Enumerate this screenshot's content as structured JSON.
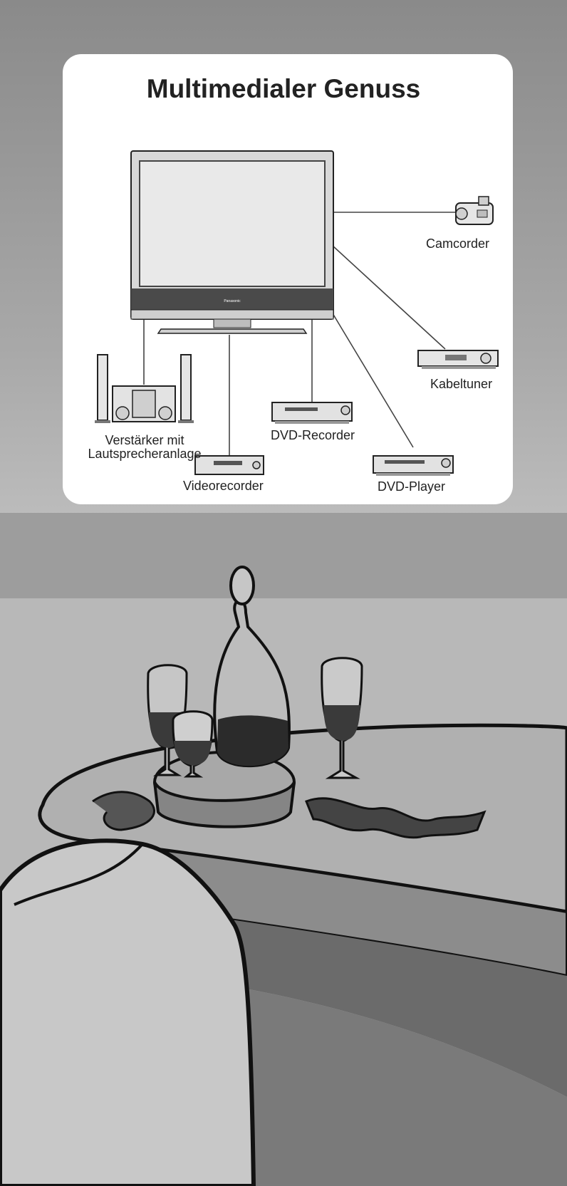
{
  "diagram": {
    "title": "Multimedialer Genuss",
    "tv_brand": "Panasonic",
    "devices": {
      "camcorder": "Camcorder",
      "kabeltuner": "Kabeltuner",
      "dvd_recorder": "DVD-Recorder",
      "dvd_player": "DVD-Player",
      "videorecorder": "Videorecorder",
      "amplifier_line1": "Verstärker mit",
      "amplifier_line2": "Lautsprecheranlage"
    }
  },
  "colors": {
    "panel": "#ffffff",
    "background_top": "#8a8a8a",
    "background_bottom": "#c2c2c2",
    "line": "#444444"
  }
}
